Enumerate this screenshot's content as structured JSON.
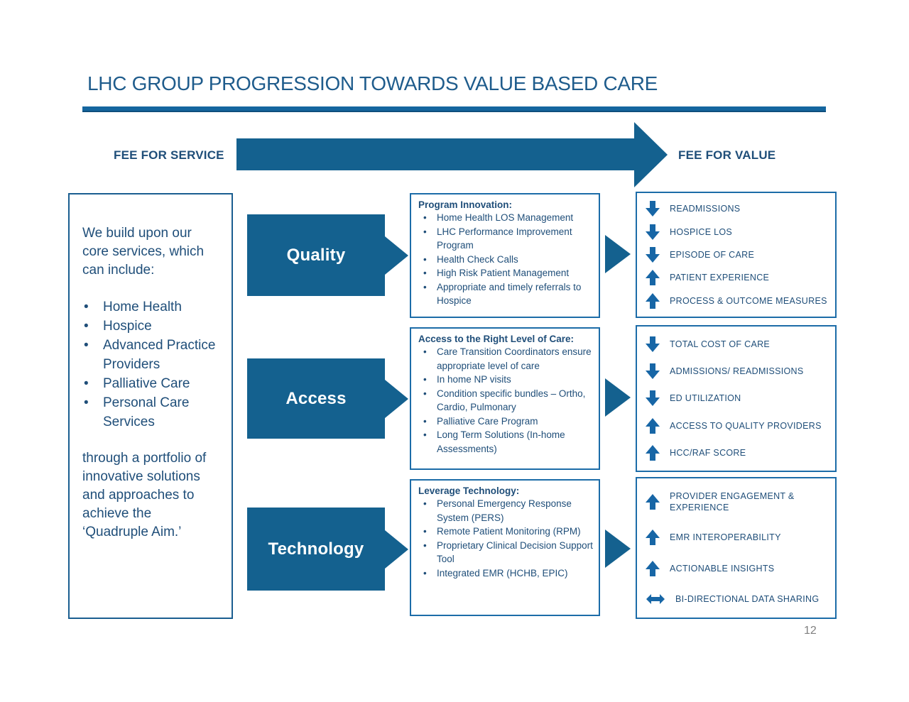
{
  "slide": {
    "title": "LHC GROUP PROGRESSION TOWARDS VALUE BASED CARE",
    "page_number": "12",
    "colors": {
      "accent_blue": "#14618F",
      "border_blue": "#1C6CA8",
      "text_blue": "#1F4E79",
      "title_blue": "#1F5C8C",
      "icon_blue": "#1766A6",
      "page_number_gray": "#7F7F7F"
    }
  },
  "flow": {
    "left_label": "FEE FOR SERVICE",
    "right_label": "FEE FOR VALUE"
  },
  "left_panel": {
    "intro": "We build upon our core services, which can include:",
    "bullets": [
      "Home Health",
      "Hospice",
      "Advanced Practice Providers",
      "Palliative Care",
      "Personal Care Services"
    ],
    "outro": "through a portfolio of innovative solutions and approaches to achieve the ‘Quadruple Aim.’"
  },
  "rows": [
    {
      "arrow_label": "Quality",
      "detail_title": "Program Innovation:",
      "detail_bullets": [
        "Home Health LOS Management",
        "LHC Performance Improvement Program",
        "Health Check Calls",
        "High Risk Patient Management",
        "Appropriate and timely referrals to Hospice"
      ],
      "outcomes": [
        {
          "direction": "down",
          "label": "READMISSIONS"
        },
        {
          "direction": "down",
          "label": "HOSPICE LOS"
        },
        {
          "direction": "down",
          "label": "EPISODE OF CARE"
        },
        {
          "direction": "up",
          "label": "PATIENT EXPERIENCE"
        },
        {
          "direction": "up",
          "label": "PROCESS & OUTCOME MEASURES"
        }
      ]
    },
    {
      "arrow_label": "Access",
      "detail_title": "Access to the Right Level of Care:",
      "detail_bullets": [
        "Care Transition Coordinators ensure appropriate level of care",
        "In home NP visits",
        "Condition specific bundles – Ortho, Cardio, Pulmonary",
        "Palliative Care Program",
        "Long Term Solutions (In-home Assessments)"
      ],
      "outcomes": [
        {
          "direction": "down",
          "label": "TOTAL COST OF CARE"
        },
        {
          "direction": "down",
          "label": "ADMISSIONS/ READMISSIONS"
        },
        {
          "direction": "down",
          "label": "ED UTILIZATION"
        },
        {
          "direction": "up",
          "label": "ACCESS TO QUALITY PROVIDERS"
        },
        {
          "direction": "up",
          "label": "HCC/RAF SCORE"
        }
      ]
    },
    {
      "arrow_label": "Technology",
      "detail_title": "Leverage Technology:",
      "detail_bullets": [
        "Personal Emergency Response System (PERS)",
        "Remote Patient Monitoring (RPM)",
        "Proprietary Clinical Decision Support Tool",
        "Integrated EMR (HCHB, EPIC)"
      ],
      "outcomes": [
        {
          "direction": "up",
          "label": "PROVIDER ENGAGEMENT & EXPERIENCE"
        },
        {
          "direction": "up",
          "label": "EMR INTEROPERABILITY"
        },
        {
          "direction": "up",
          "label": "ACTIONABLE INSIGHTS"
        },
        {
          "direction": "bidirectional",
          "label": "BI-DIRECTIONAL DATA SHARING"
        }
      ]
    }
  ]
}
